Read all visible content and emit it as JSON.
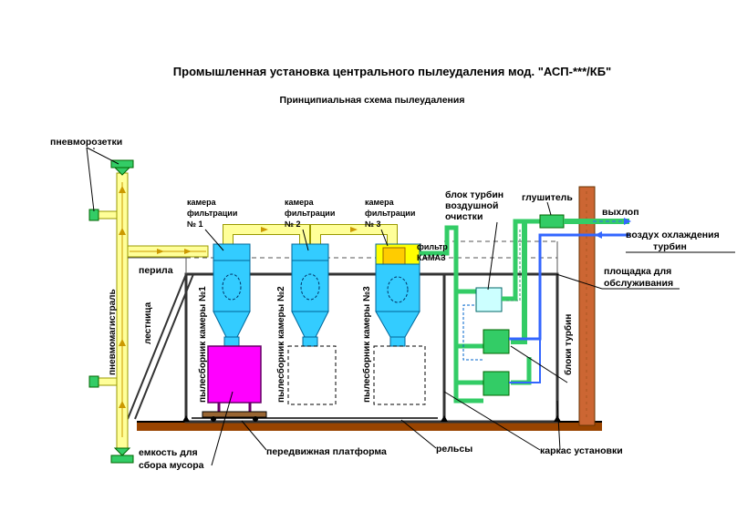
{
  "title": "Промышленная установка центрального пылеудаления мод. \"АСП-***/КБ\"",
  "subtitle": "Принципиальная схема пылеудаления",
  "labels": {
    "pneumo_outlets": "пневморозетки",
    "railing": "перила",
    "ladder": "лестница",
    "pneumo_main": "пневмомагистраль",
    "chamber1": [
      "камера",
      "фильтрации",
      "№ 1"
    ],
    "chamber2": [
      "камера",
      "фильтрации",
      "№ 2"
    ],
    "chamber3": [
      "камера",
      "фильтрации",
      "№ 3"
    ],
    "filter_kamaz": [
      "фильтр",
      "КАМАЗ"
    ],
    "turbine_block": [
      "блок турбин",
      "воздушной",
      "очистки"
    ],
    "muffler": "глушитель",
    "exhaust": "выхлоп",
    "cooling_air": [
      "воздух охлаждения",
      "турбин"
    ],
    "service_platform": [
      "площадка для",
      "обслуживания"
    ],
    "turbine_blocks": "блоки турбин",
    "dust_collector1": "пылесборник камеры №1",
    "dust_collector2": "пылесборник камеры №2",
    "dust_collector3": "пылесборник камеры №3",
    "debris_container": [
      "емкость для",
      "сбора мусора"
    ],
    "mobile_platform": "передвижная платформа",
    "rails": "рельсы",
    "frame": "каркас установки"
  },
  "colors": {
    "pipe_yellow": "#ffff99",
    "chamber_cyan": "#33ccff",
    "turbine_green": "#33cc66",
    "magenta": "#ff00ff",
    "ground": "#994400",
    "chimney": "#cc6633",
    "blue_air": "#3366ff"
  }
}
